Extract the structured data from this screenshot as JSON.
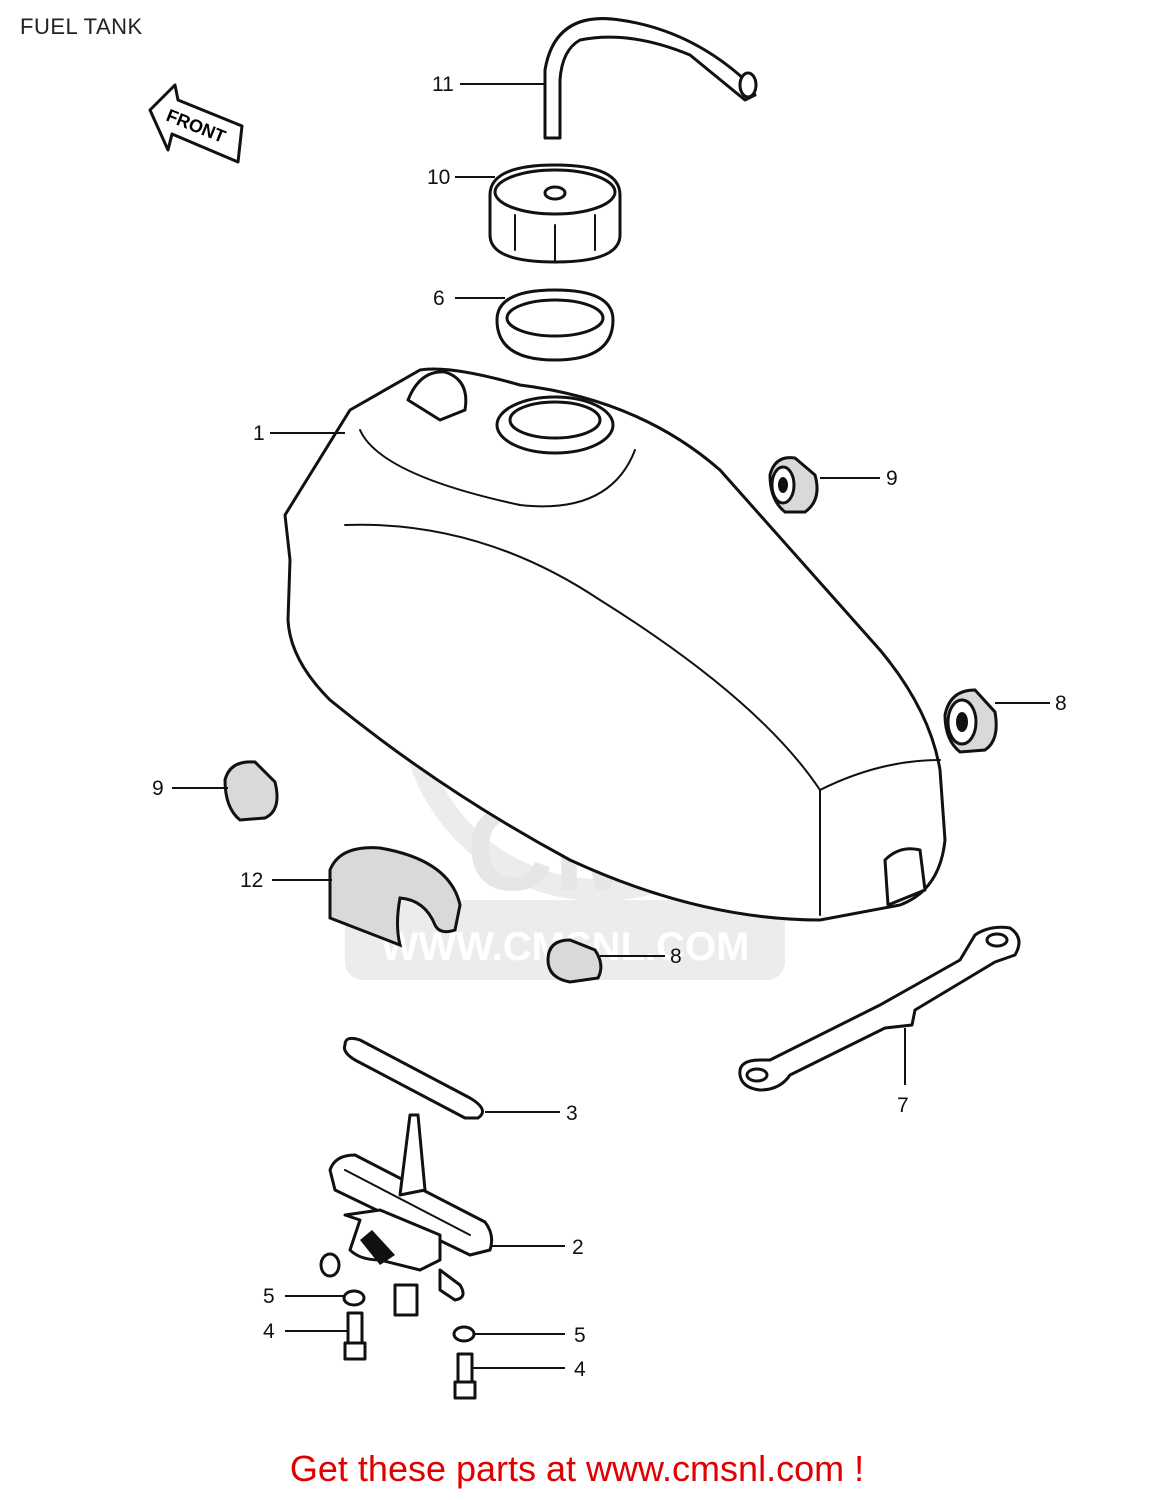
{
  "page_title": "FUEL TANK",
  "front_label": "FRONT",
  "watermark": {
    "brand": "CMS",
    "url": "WWW.CMSNL.COM"
  },
  "callouts": {
    "tank": "1",
    "fuel_tap": "2",
    "tap_gasket": "3",
    "bolt_left": "4",
    "bolt_right": "4",
    "washer_left": "5",
    "washer_right": "5",
    "cap_gasket": "6",
    "tank_band": "7",
    "damper_right": "8",
    "damper_bottom": "8",
    "damper_top": "9",
    "damper_left": "9",
    "filler_cap": "10",
    "breather_hose": "11",
    "rubber_pad": "12"
  },
  "footer_text": "Get these parts at www.cmsnl.com !",
  "colors": {
    "footer": "#e00000",
    "line": "#111111",
    "watermark": "#ececec"
  }
}
